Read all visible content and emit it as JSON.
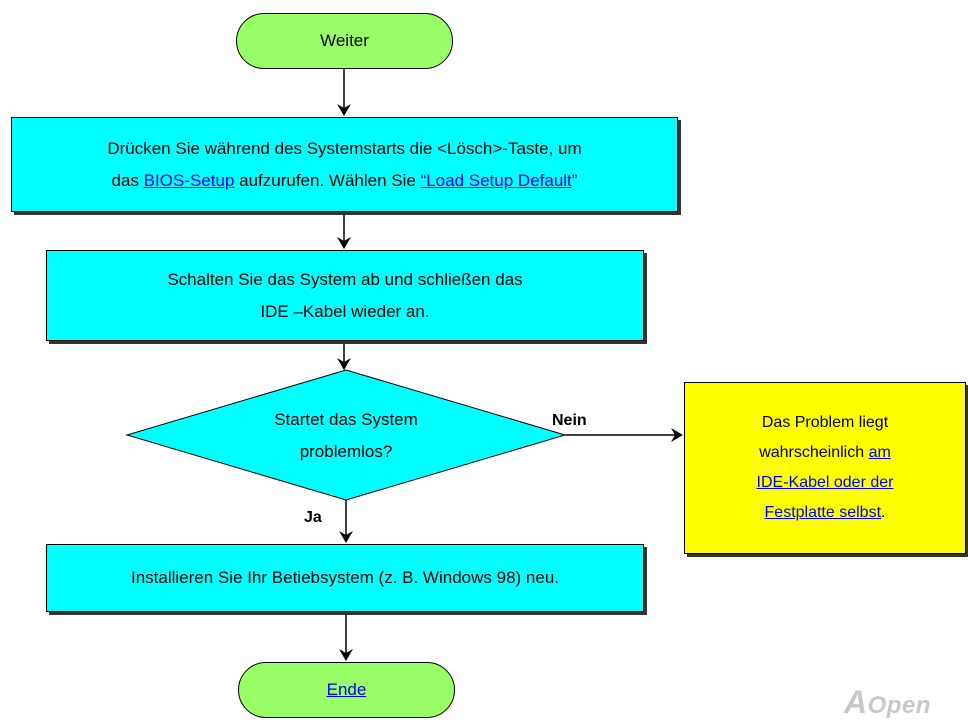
{
  "start": {
    "label": "Weiter"
  },
  "step1": {
    "text_a": "Drücken Sie während des Systemstarts die <Lösch>-Taste, um",
    "text_b": "das ",
    "link1": "BIOS-Setup",
    "text_c": " aufzurufen. Wählen Sie ",
    "link2": "“Load Setup Default",
    "text_d": "”"
  },
  "step2": {
    "line1": "Schalten Sie das System ab und schließen das",
    "line2": "IDE –Kabel wieder an."
  },
  "decision": {
    "line1": "Startet das System",
    "line2": "problemlos?"
  },
  "edges": {
    "no": "Nein",
    "yes": "Ja"
  },
  "note": {
    "line1": "Das Problem liegt",
    "line2": "wahrscheinlich ",
    "link_a": "am ",
    "link_b": "IDE-Kabel oder der ",
    "link_c": "Festplatte selbst",
    "end": "."
  },
  "step3": {
    "text": "Installieren Sie Ihr Betiebsystem (z. B. Windows 98) neu."
  },
  "end": {
    "label": "Ende"
  },
  "logo": {
    "mark": "A",
    "text": "Open"
  },
  "colors": {
    "terminal": "#99ff66",
    "process": "#00ffff",
    "note": "#ffff00",
    "link": "#0000ee"
  }
}
